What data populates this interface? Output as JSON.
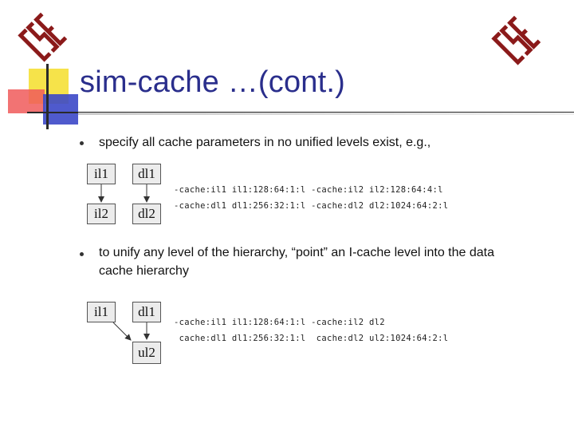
{
  "slide": {
    "title": "sim-cache …(cont.)"
  },
  "bullets": [
    {
      "text": "specify all cache parameters in no unified levels exist, e.g.,"
    },
    {
      "text": "to unify any level of the hierarchy, “point” an I-cache level into the data cache hierarchy"
    }
  ],
  "diagram1": {
    "boxes": {
      "il1": "il1",
      "dl1": "dl1",
      "il2": "il2",
      "dl2": "dl2"
    },
    "code": [
      "-cache:il1 il1:128:64:1:l -cache:il2 il2:128:64:4:l",
      "-cache:dl1 dl1:256:32:1:l -cache:dl2 dl2:1024:64:2:l"
    ]
  },
  "diagram2": {
    "boxes": {
      "il1": "il1",
      "dl1": "dl1",
      "ul2": "ul2"
    },
    "code": [
      "-cache:il1 il1:128:64:1:l -cache:il2 dl2",
      " cache:dl1 dl1:256:32:1:l  cache:dl2 ul2:1024:64:2:l"
    ]
  },
  "colors": {
    "title": "#2a2e8c",
    "logo": "#8b1a1a"
  }
}
